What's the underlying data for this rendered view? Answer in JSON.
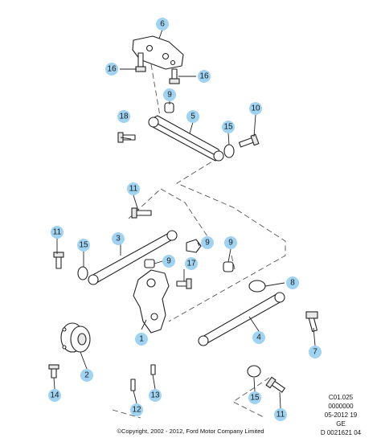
{
  "callouts": [
    "6",
    "16",
    "16",
    "9",
    "18",
    "5",
    "15",
    "10",
    "11",
    "3",
    "11",
    "15",
    "9",
    "9",
    "17",
    "9",
    "8",
    "1",
    "4",
    "7",
    "2",
    "14",
    "13",
    "12",
    "15",
    "11"
  ],
  "reference": [
    "C01.025",
    "0000000",
    "05-2012 19",
    "GE",
    "D 0021621 04"
  ],
  "copyright": "©Copyright, 2002 - 2012, Ford Motor Company Limited"
}
